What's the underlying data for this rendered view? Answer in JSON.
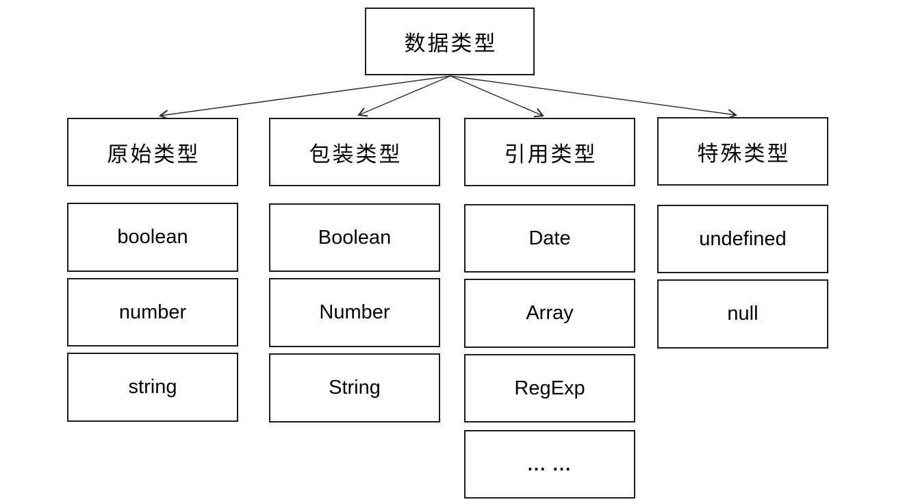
{
  "diagram": {
    "root": "数据类型",
    "columns": [
      {
        "header": "原始类型",
        "items": [
          "boolean",
          "number",
          "string"
        ]
      },
      {
        "header": "包装类型",
        "items": [
          "Boolean",
          "Number",
          "String"
        ]
      },
      {
        "header": "引用类型",
        "items": [
          "Date",
          "Array",
          "RegExp",
          "... ..."
        ]
      },
      {
        "header": "特殊类型",
        "items": [
          "undefined",
          "null"
        ]
      }
    ],
    "connections": [
      {
        "from": "数据类型",
        "to": "原始类型"
      },
      {
        "from": "数据类型",
        "to": "包装类型"
      },
      {
        "from": "数据类型",
        "to": "引用类型"
      },
      {
        "from": "数据类型",
        "to": "特殊类型"
      }
    ],
    "colors": {
      "background": "#ffffff",
      "border": "#1b1b1b",
      "text": "#000000",
      "arrow": "#2b2b2b"
    }
  }
}
